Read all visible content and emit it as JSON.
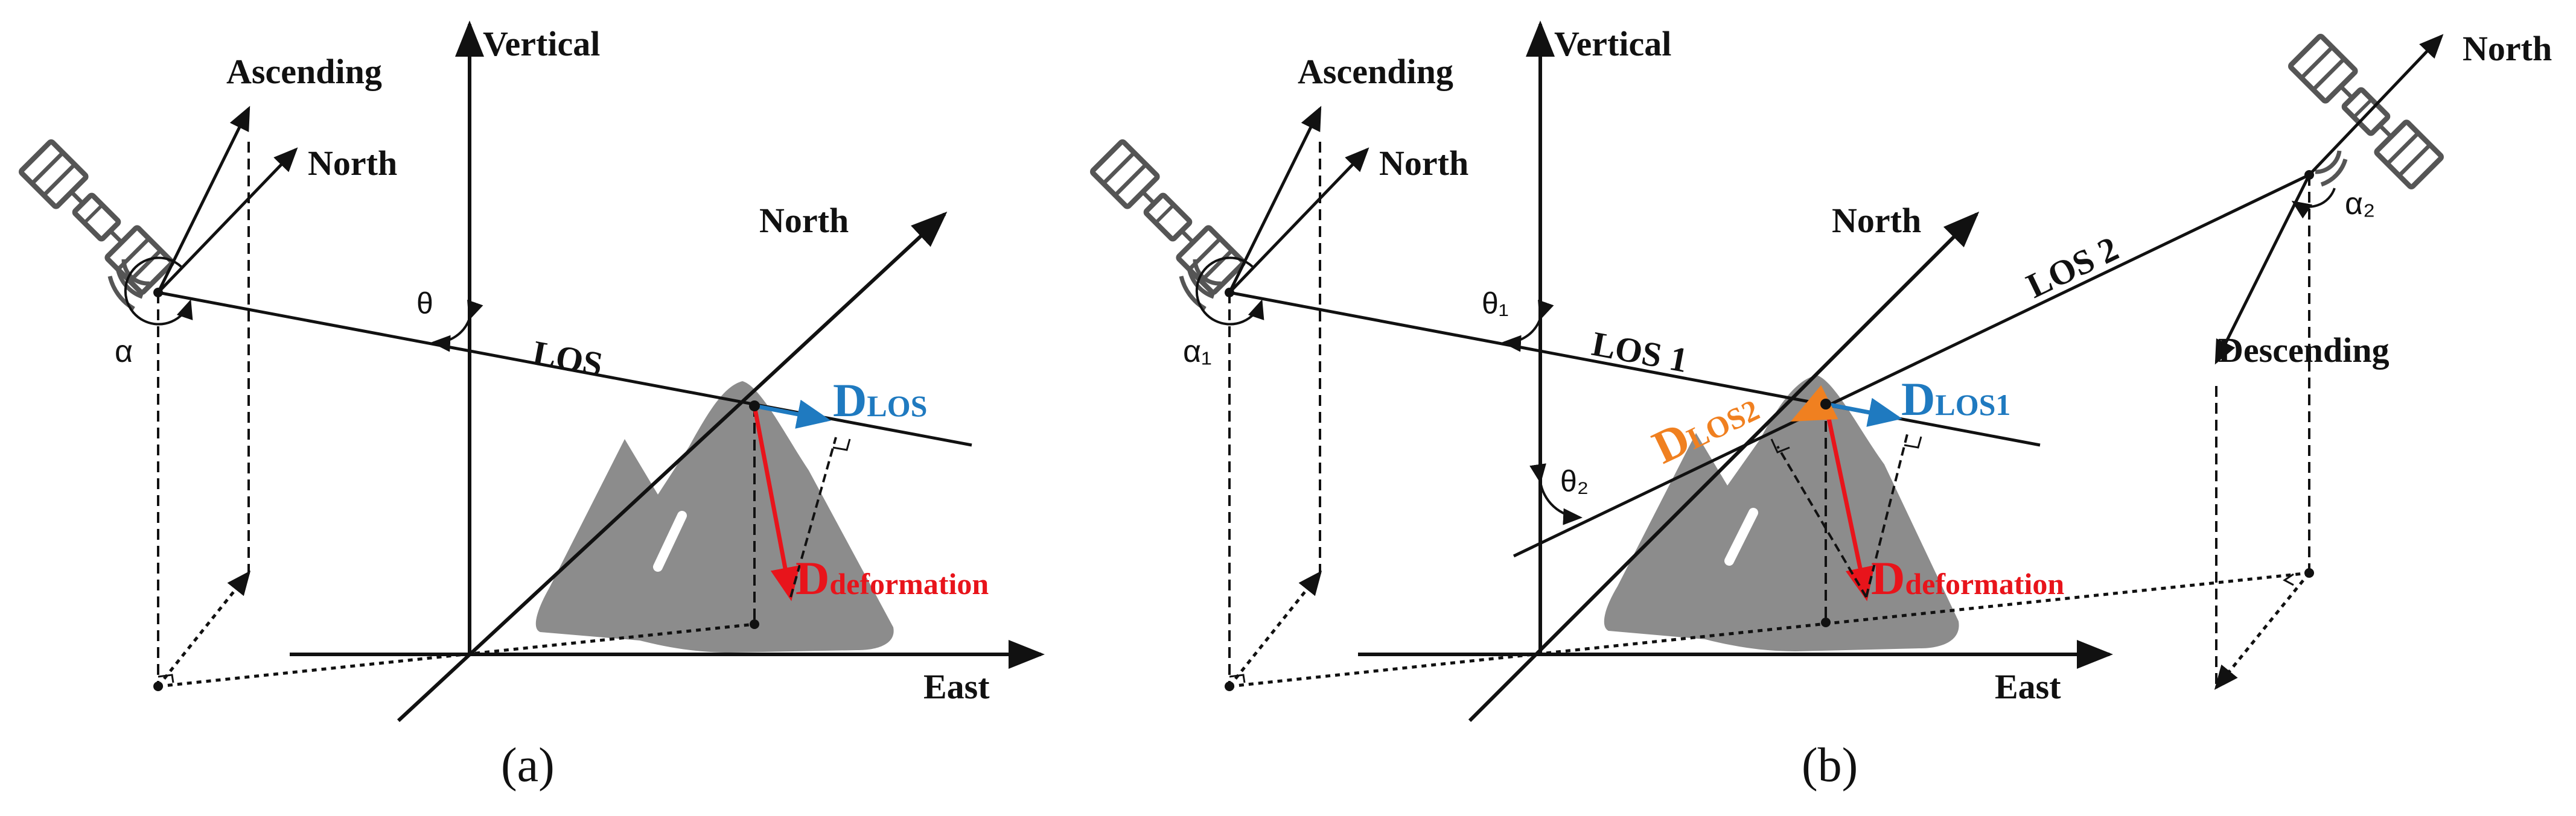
{
  "colors": {
    "ink": "#111111",
    "mountain": "#8c8c8c",
    "los_vector": "#1f7ac0",
    "los2_vector": "#f08020",
    "deformation_vector": "#e8141b",
    "satellite": "#555555"
  },
  "icons": {
    "satellite": "satellite-icon",
    "right_angle": "right-angle-marker"
  },
  "panel_a": {
    "caption": "(a)",
    "vertical": "Vertical",
    "north": "North",
    "east": "East",
    "ascending": "Ascending",
    "north_small": "North",
    "los": "LOS",
    "theta": "θ",
    "alpha": "α",
    "d_los": {
      "main": "D",
      "sub": "LOS"
    },
    "d_def": {
      "main": "D",
      "sub": "deformation"
    }
  },
  "panel_b": {
    "caption": "(b)",
    "vertical": "Vertical",
    "north": "North",
    "east": "East",
    "ascending": "Ascending",
    "north_small": "North",
    "north_desc": "North",
    "descending": "Descending",
    "los1": "LOS 1",
    "los2": "LOS 2",
    "theta1": "θ₁",
    "theta2": "θ₂",
    "alpha1": "α₁",
    "alpha2": "α₂",
    "d_los1": {
      "main": "D",
      "sub": "LOS1"
    },
    "d_los2": {
      "main": "D",
      "sub": "LOS2"
    },
    "d_def": {
      "main": "D",
      "sub": "deformation"
    }
  }
}
